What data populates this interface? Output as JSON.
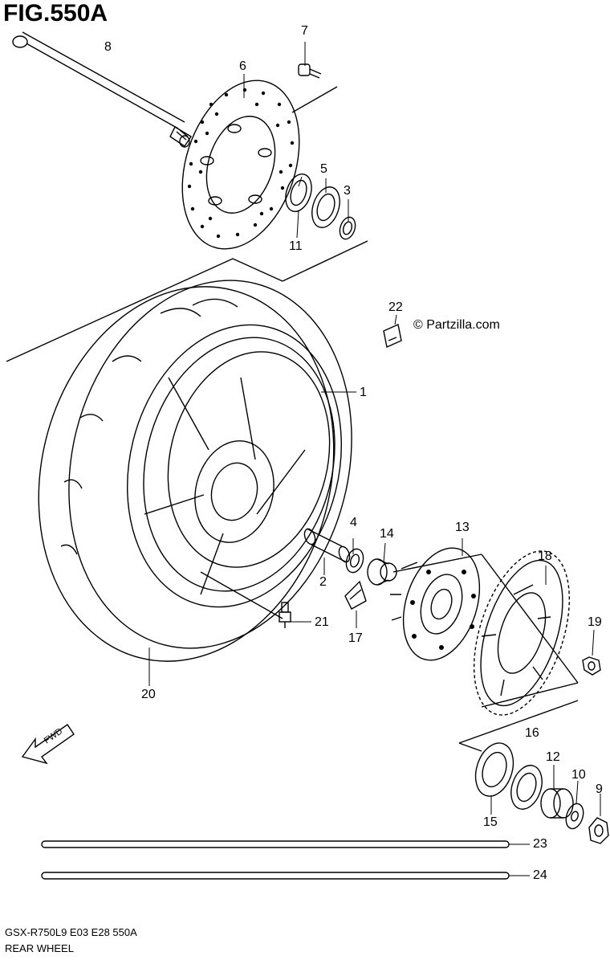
{
  "figure": {
    "title": "FIG.550A",
    "model_code": "GSX-R750L9  E03  E28  550A",
    "caption": "REAR WHEEL",
    "copyright": "© Partzilla.com",
    "fwd_label": "FWD"
  },
  "callouts": [
    {
      "id": "1",
      "label": "1"
    },
    {
      "id": "2",
      "label": "2"
    },
    {
      "id": "3",
      "label": "3"
    },
    {
      "id": "4",
      "label": "4"
    },
    {
      "id": "5",
      "label": "5"
    },
    {
      "id": "6",
      "label": "6"
    },
    {
      "id": "7",
      "label": "7"
    },
    {
      "id": "8",
      "label": "8"
    },
    {
      "id": "9",
      "label": "9"
    },
    {
      "id": "10",
      "label": "10"
    },
    {
      "id": "11",
      "label": "11"
    },
    {
      "id": "12",
      "label": "12"
    },
    {
      "id": "13",
      "label": "13"
    },
    {
      "id": "14",
      "label": "14"
    },
    {
      "id": "15",
      "label": "15"
    },
    {
      "id": "16",
      "label": "16"
    },
    {
      "id": "17",
      "label": "17"
    },
    {
      "id": "18",
      "label": "18"
    },
    {
      "id": "19",
      "label": "19"
    },
    {
      "id": "20",
      "label": "20"
    },
    {
      "id": "21",
      "label": "21"
    },
    {
      "id": "22",
      "label": "22"
    },
    {
      "id": "23",
      "label": "23"
    },
    {
      "id": "24",
      "label": "24"
    }
  ]
}
